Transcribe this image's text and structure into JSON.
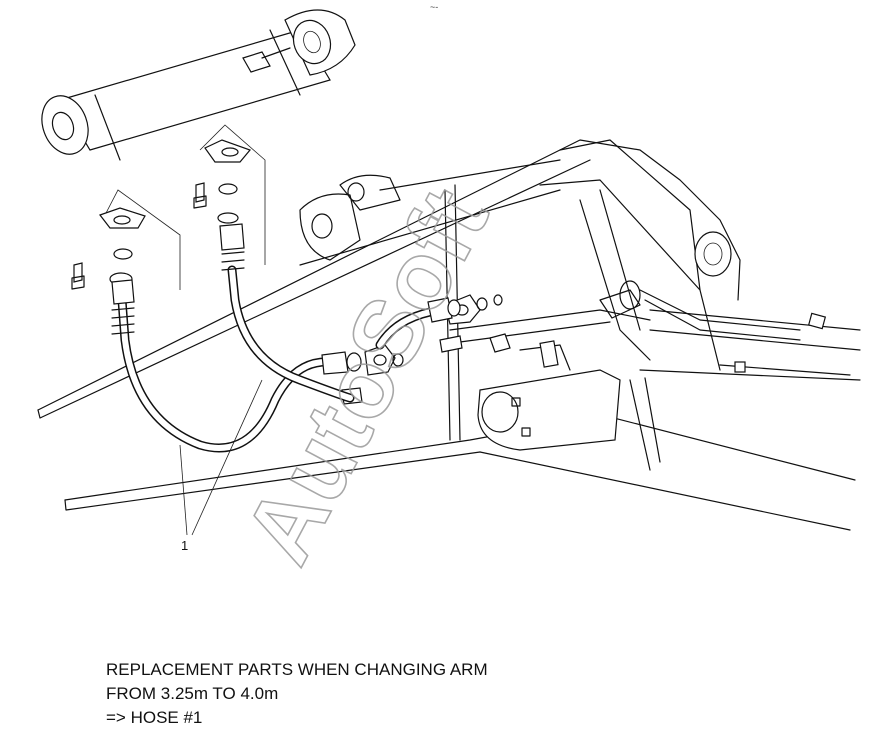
{
  "diagram": {
    "callout_label": "1",
    "corner_mark": "~-",
    "watermark": "AutoSoft"
  },
  "caption": {
    "line1": "REPLACEMENT PARTS WHEN CHANGING ARM",
    "line2": "FROM 3.25m TO 4.0m",
    "line3": "=> HOSE #1"
  }
}
